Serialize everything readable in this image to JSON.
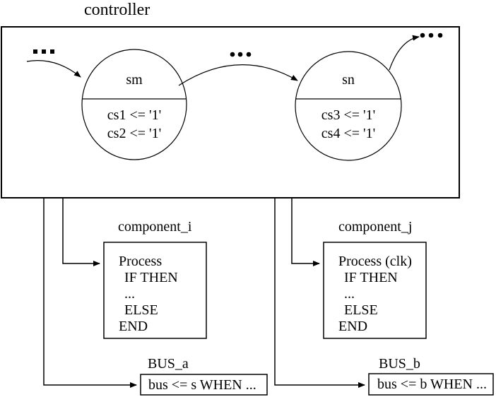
{
  "title": "controller",
  "states": [
    {
      "name": "sm",
      "actions": [
        "cs1 <= '1'",
        "cs2 <= '1'"
      ]
    },
    {
      "name": "sn",
      "actions": [
        "cs3 <= '1'",
        "cs4 <= '1'"
      ]
    }
  ],
  "components": [
    {
      "label": "component_i",
      "body": [
        "Process",
        "IF THEN",
        "...",
        "ELSE",
        "END"
      ]
    },
    {
      "label": "component_j",
      "body": [
        "Process (clk)",
        "IF THEN",
        "...",
        "ELSE",
        "END"
      ]
    }
  ],
  "buses": [
    {
      "label": "BUS_a",
      "value": "bus <= s WHEN ..."
    },
    {
      "label": "BUS_b",
      "value": "bus <= b WHEN ..."
    }
  ],
  "colors": {
    "line": "#000000",
    "background": "#ffffff"
  }
}
